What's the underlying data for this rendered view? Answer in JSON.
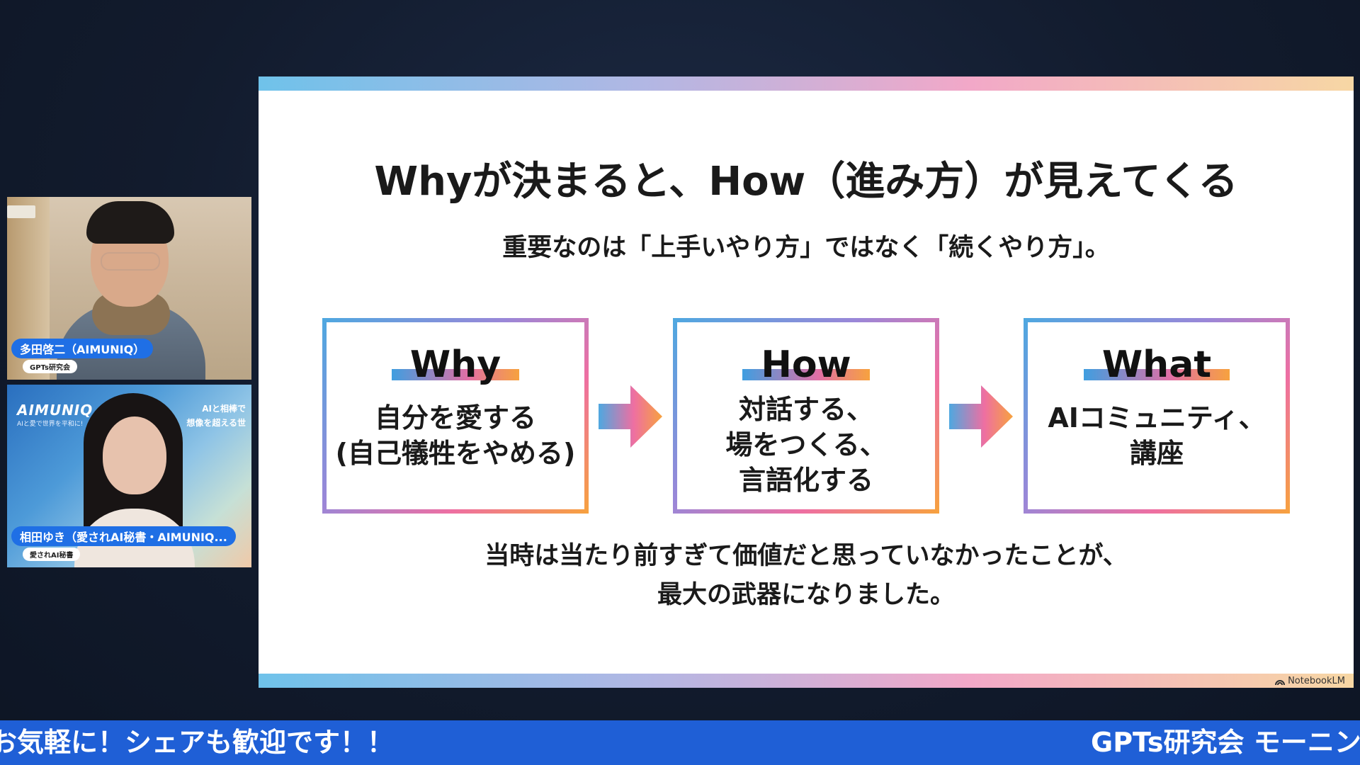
{
  "participants": [
    {
      "name": "多田啓二（AIMUNIQ）",
      "tag": "GPTs研究会"
    },
    {
      "name": "相田ゆき（愛されAI秘書・AIMUNIQ...",
      "tag": "愛されAI秘書",
      "background_brand": "AIMUNIQ",
      "background_brand_sub": "AIと愛で世界を平和に!",
      "background_right_line1": "AIと相棒で",
      "background_right_line2": "想像を超える世"
    }
  ],
  "slide": {
    "title": "Whyが決まると、How（進み方）が見えてくる",
    "subtitle": "重要なのは「上手いやり方」ではなく「続くやり方」。",
    "cards": [
      {
        "heading": "Why",
        "lines": [
          "自分を愛する",
          "(自己犠牲をやめる)"
        ]
      },
      {
        "heading": "How",
        "lines": [
          "対話する、",
          "場をつくる、",
          "言語化する"
        ]
      },
      {
        "heading": "What",
        "lines": [
          "AIコミュニティ、",
          "講座"
        ]
      }
    ],
    "bottom_line1": "当時は当たり前すぎて価値だと思っていなかったことが、",
    "bottom_line2": "最大の武器になりました。",
    "watermark": "NotebookLM"
  },
  "ticker": {
    "left_text": "お気軽に！シェアも歓迎です！！",
    "right_text": "GPTs研究会 モーニン"
  },
  "colors": {
    "ticker_bg": "#1f5fd6",
    "name_pill": "#1f6fe5",
    "gradient_start": "#4ea8e0",
    "gradient_mid": "#ee6fa2",
    "gradient_end": "#f7a23e"
  }
}
